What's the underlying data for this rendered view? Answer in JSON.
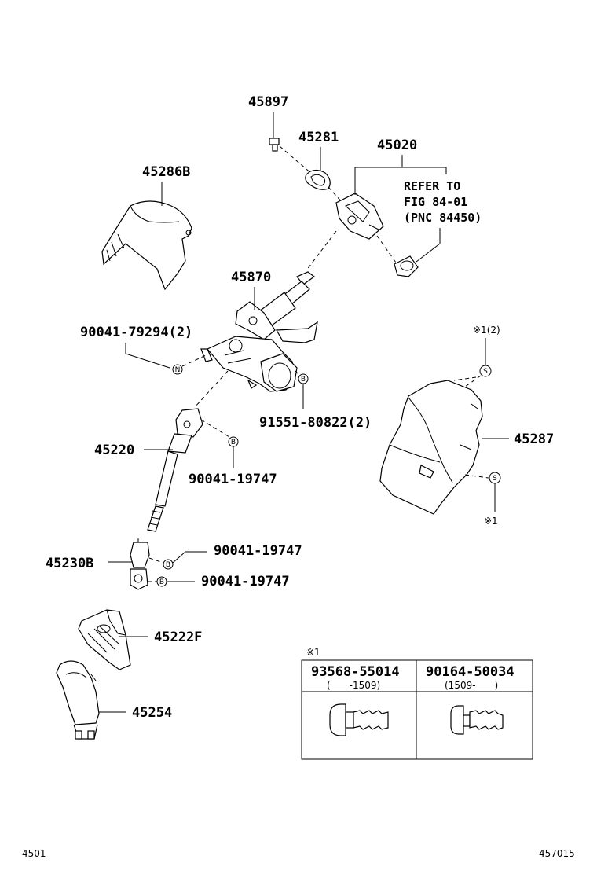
{
  "parts": {
    "p45897": "45897",
    "p45281": "45281",
    "p45020": "45020",
    "p45286B": "45286B",
    "p45870": "45870",
    "p45287": "45287",
    "p45220": "45220",
    "p45230B": "45230B",
    "p45222F": "45222F",
    "p45254": "45254"
  },
  "bolts": {
    "b90041_79294": "90041-79294(2)",
    "b91551_80822": "91551-80822(2)",
    "b90041_19747_a": "90041-19747",
    "b90041_19747_b": "90041-19747",
    "b90041_19747_c": "90041-19747"
  },
  "refer": {
    "line1": "REFER TO",
    "line2": "FIG 84-01",
    "line3": "(PNC 84450)"
  },
  "callouts": {
    "s_note_top": "※1(2)",
    "s_note_bottom": "※1",
    "circle_N": "N",
    "circle_B": "B",
    "circle_S": "S"
  },
  "table": {
    "title": "※1",
    "col1_part": "93568-55014",
    "col1_range": "(　　-1509)",
    "col2_part": "90164-50034",
    "col2_range": "(1509-　　)"
  },
  "footer": {
    "left": "4501",
    "right": "457015"
  }
}
